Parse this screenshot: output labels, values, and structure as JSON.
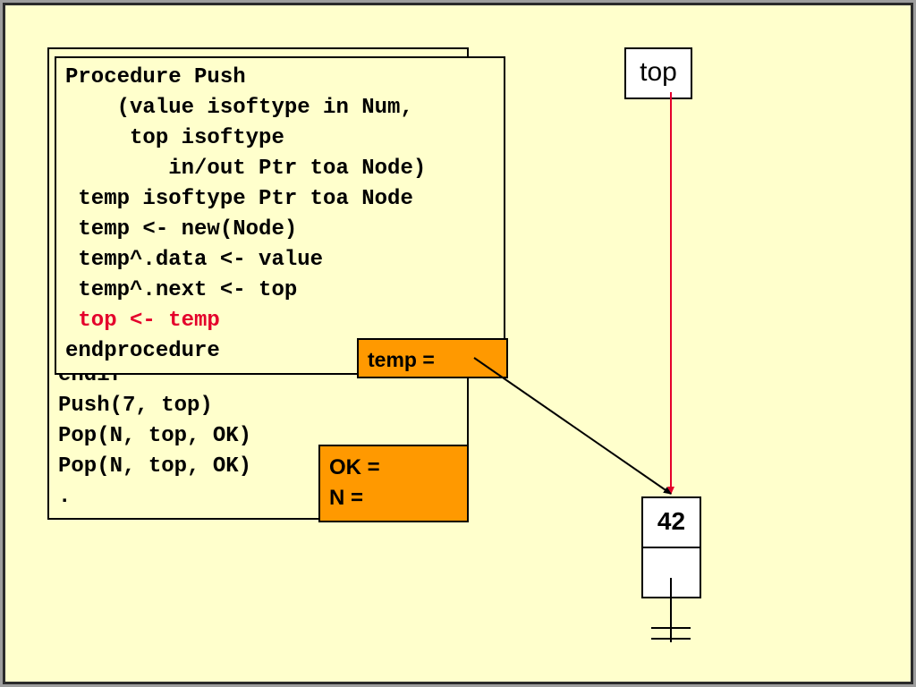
{
  "main_program": {
    "lines": [
      "endif",
      "Push(7, top)",
      "Pop(N, top, OK)",
      "Pop(N, top, OK)",
      "."
    ]
  },
  "procedure": {
    "lines": [
      "Procedure Push",
      "    (value isoftype in Num,",
      "     top isoftype",
      "        in/out Ptr toa Node)",
      " temp isoftype Ptr toa Node",
      " temp <- new(Node)",
      " temp^.data <- value",
      " temp^.next <- top",
      " top <- temp",
      "endprocedure"
    ],
    "highlight_line_index": 8,
    "highlight_color": "#e4002b"
  },
  "temp_var": {
    "label": "temp ="
  },
  "ok_n_vars": {
    "ok_label": "OK =",
    "n_label": "N ="
  },
  "top_pointer": {
    "label": "top"
  },
  "node": {
    "data": "42"
  },
  "colors": {
    "slide_background": "#ffffcc",
    "variable_box": "#ff9900",
    "top_arrow": "#e4002b",
    "temp_arrow": "#000000"
  }
}
